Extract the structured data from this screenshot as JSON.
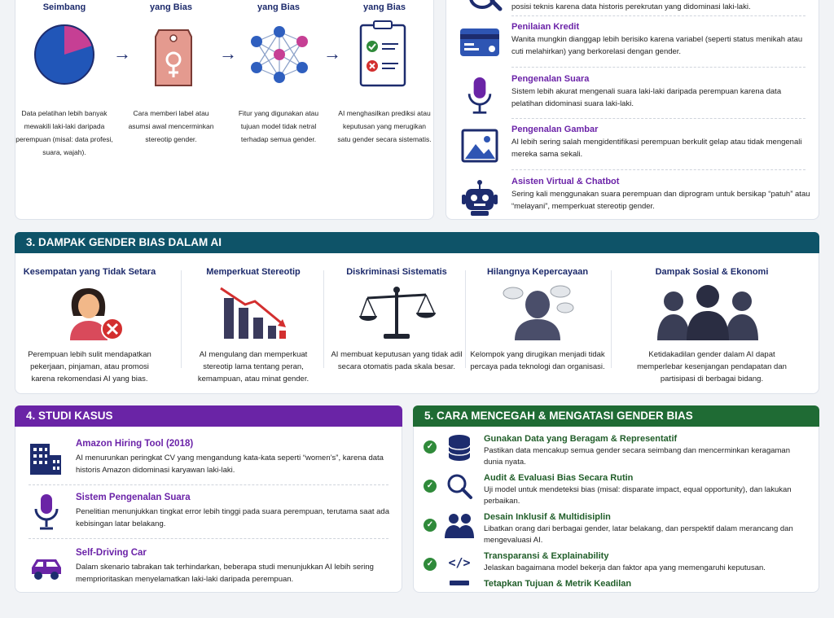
{
  "section1": {
    "flow_heads": [
      "Seimbang",
      "yang Bias",
      "yang Bias",
      "yang Bias"
    ],
    "flow_desc": [
      "Data pelatihan lebih banyak mewakili laki-laki daripada perempuan (misal: data profesi, suara, wajah).",
      "Cara memberi label atau asumsi awal mencerminkan stereotip gender.",
      "Fitur yang digunakan atau tujuan model tidak netral terhadap semua gender.",
      "AI menghasilkan prediksi atau keputusan yang merugikan satu gender secara sistematis."
    ],
    "arrow": "→"
  },
  "section2": {
    "top_text": "posisi teknis karena data historis perekrutan yang didominasi laki-laki.",
    "items": [
      {
        "title": "Penilaian Kredit",
        "desc": "Wanita mungkin dianggap lebih berisiko karena variabel (seperti status menikah atau cuti melahirkan) yang berkorelasi dengan gender.",
        "icon": "credit-card-icon"
      },
      {
        "title": "Pengenalan Suara",
        "desc": "Sistem lebih akurat mengenali suara laki-laki daripada perempuan karena data pelatihan didominasi suara laki-laki.",
        "icon": "microphone-icon"
      },
      {
        "title": "Pengenalan Gambar",
        "desc": "AI lebih sering salah mengidentifikasi perempuan berkulit gelap atau tidak mengenali mereka sama sekali.",
        "icon": "image-icon"
      },
      {
        "title": "Asisten Virtual & Chatbot",
        "desc": "Sering kali menggunakan suara perempuan dan diprogram untuk bersikap “patuh” atau “melayani”, memperkuat stereotip gender.",
        "icon": "robot-icon"
      }
    ]
  },
  "section3": {
    "title": "3. DAMPAK GENDER BIAS DALAM AI",
    "color": "#0e5368",
    "cols": [
      {
        "title": "Kesempatan yang Tidak Setara",
        "desc": "Perempuan lebih sulit mendapatkan pekerjaan, pinjaman, atau promosi karena rekomendasi AI yang bias."
      },
      {
        "title": "Memperkuat Stereotip",
        "desc": "AI mengulang dan memperkuat stereotip lama tentang peran, kemampuan, atau minat gender."
      },
      {
        "title": "Diskriminasi Sistematis",
        "desc": "AI membuat keputusan yang tidak adil secara otomatis pada skala besar."
      },
      {
        "title": "Hilangnya Kepercayaan",
        "desc": "Kelompok yang dirugikan menjadi tidak percaya pada teknologi dan organisasi."
      },
      {
        "title": "Dampak Sosial & Ekonomi",
        "desc": "Ketidakadilan gender dalam AI dapat memperlebar kesenjangan pendapatan dan partisipasi di berbagai bidang."
      }
    ]
  },
  "section4": {
    "title": "4. STUDI KASUS",
    "color": "#6a24a6",
    "cases": [
      {
        "title": "Amazon Hiring Tool (2018)",
        "desc": "AI menurunkan peringkat CV yang mengandung kata-kata seperti “women’s”, karena data historis Amazon didominasi karyawan laki-laki."
      },
      {
        "title": "Sistem Pengenalan Suara",
        "desc": "Penelitian menunjukkan tingkat error lebih tinggi pada suara perempuan, terutama saat ada kebisingan latar belakang."
      },
      {
        "title": "Self-Driving Car",
        "desc": "Dalam skenario tabrakan tak terhindarkan, beberapa studi menunjukkan AI lebih sering memprioritaskan menyelamatkan laki-laki daripada perempuan."
      }
    ]
  },
  "section5": {
    "title": "5. CARA MENCEGAH & MENGATASI GENDER BIAS",
    "color": "#1f6b34",
    "items": [
      {
        "title": "Gunakan Data yang Beragam & Representatif",
        "desc": "Pastikan data mencakup semua gender secara seimbang dan mencerminkan keragaman dunia nyata."
      },
      {
        "title": "Audit & Evaluasi Bias Secara Rutin",
        "desc": "Uji model untuk mendeteksi bias (misal: disparate impact, equal opportunity), dan lakukan perbaikan."
      },
      {
        "title": "Desain Inklusif & Multidisiplin",
        "desc": "Libatkan orang dari berbagai gender, latar belakang, dan perspektif dalam merancang dan mengevaluasi AI."
      },
      {
        "title": "Transparansi & Explainability",
        "desc": "Jelaskan bagaimana model bekerja dan faktor apa yang memengaruhi keputusan."
      },
      {
        "title": "Tetapkan Tujuan & Metrik Keadilan",
        "desc": ""
      }
    ],
    "check": "✓",
    "code_glyph": "</>"
  }
}
